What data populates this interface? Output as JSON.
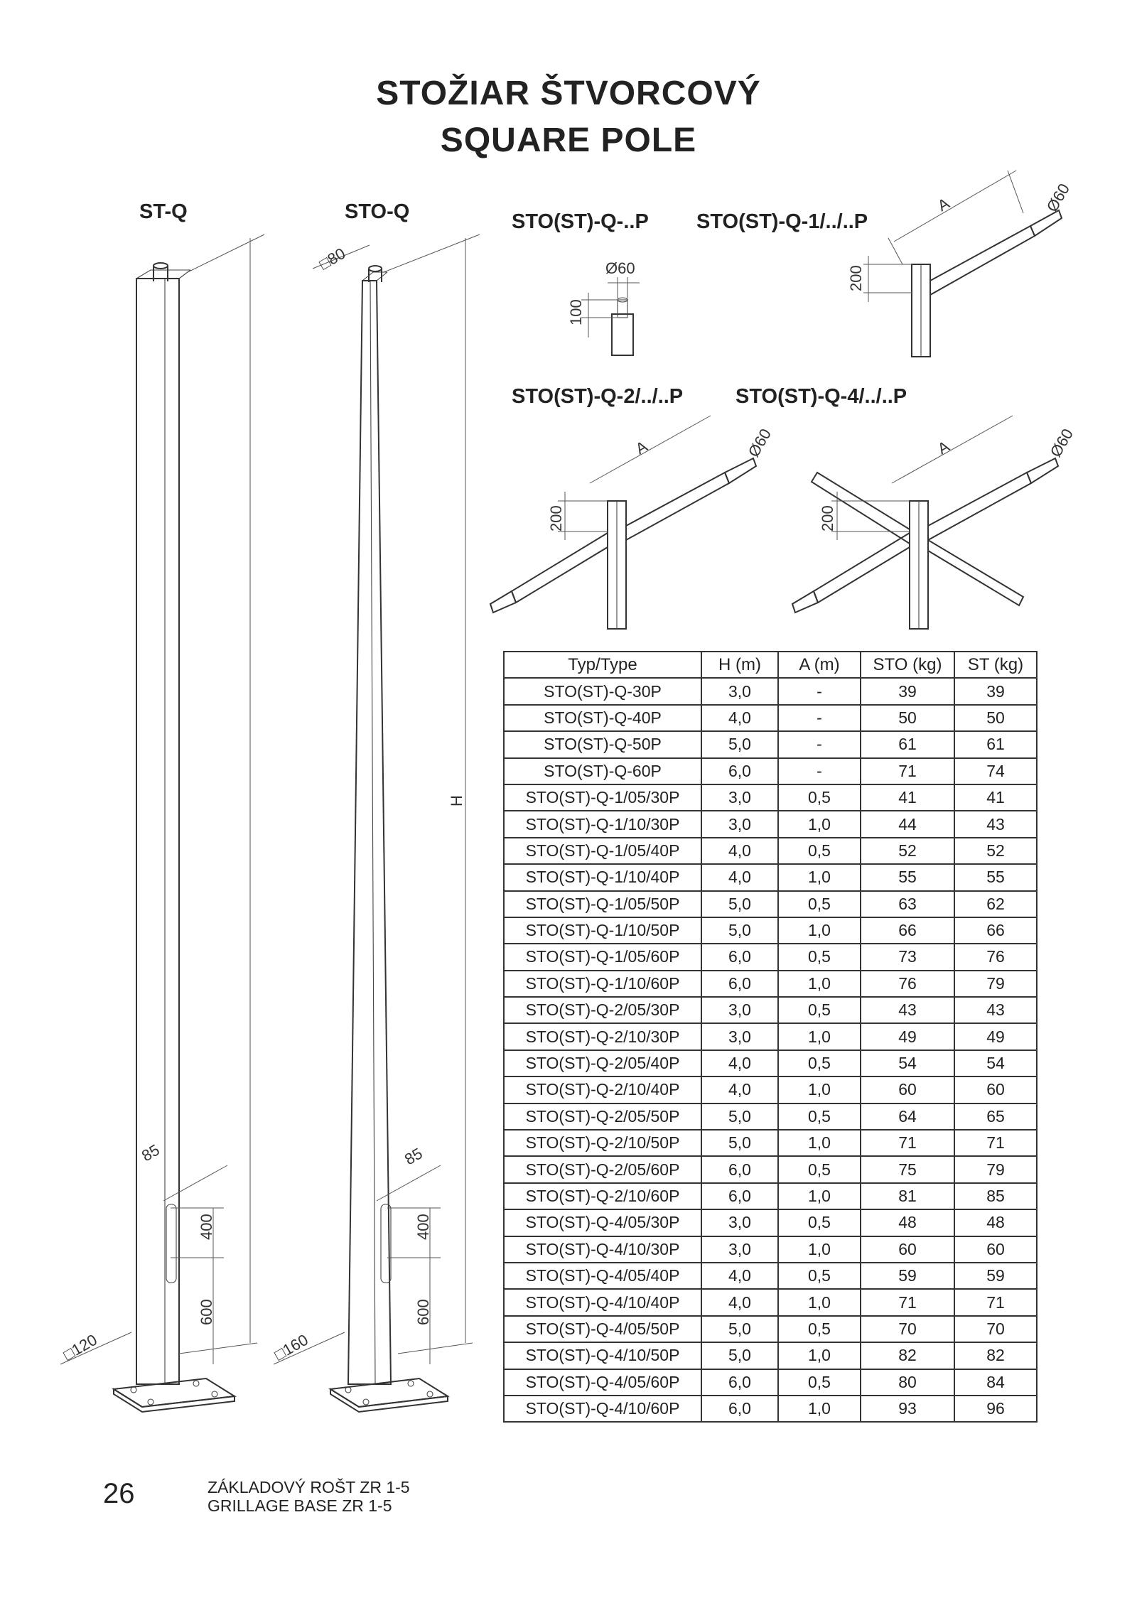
{
  "title": {
    "line1": "STOŽIAR ŠTVORCOVÝ",
    "line2": "SQUARE POLE"
  },
  "labels": {
    "st_q": "ST-Q",
    "sto_q": "STO-Q",
    "arm0": "STO(ST)-Q-..P",
    "arm1": "STO(ST)-Q-1/../..P",
    "arm2": "STO(ST)-Q-2/../..P",
    "arm4": "STO(ST)-Q-4/../..P"
  },
  "dims": {
    "d80": "□80",
    "d120": "□120",
    "d160": "□160",
    "d85": "85",
    "d400": "400",
    "d600": "600",
    "h": "H",
    "d60": "Ø60",
    "d100": "100",
    "d200": "200",
    "a": "A"
  },
  "table": {
    "headers": [
      "Typ/Type",
      "H (m)",
      "A (m)",
      "STO (kg)",
      "ST (kg)"
    ],
    "rows": [
      [
        "STO(ST)-Q-30P",
        "3,0",
        "-",
        "39",
        "39"
      ],
      [
        "STO(ST)-Q-40P",
        "4,0",
        "-",
        "50",
        "50"
      ],
      [
        "STO(ST)-Q-50P",
        "5,0",
        "-",
        "61",
        "61"
      ],
      [
        "STO(ST)-Q-60P",
        "6,0",
        "-",
        "71",
        "74"
      ],
      [
        "STO(ST)-Q-1/05/30P",
        "3,0",
        "0,5",
        "41",
        "41"
      ],
      [
        "STO(ST)-Q-1/10/30P",
        "3,0",
        "1,0",
        "44",
        "43"
      ],
      [
        "STO(ST)-Q-1/05/40P",
        "4,0",
        "0,5",
        "52",
        "52"
      ],
      [
        "STO(ST)-Q-1/10/40P",
        "4,0",
        "1,0",
        "55",
        "55"
      ],
      [
        "STO(ST)-Q-1/05/50P",
        "5,0",
        "0,5",
        "63",
        "62"
      ],
      [
        "STO(ST)-Q-1/10/50P",
        "5,0",
        "1,0",
        "66",
        "66"
      ],
      [
        "STO(ST)-Q-1/05/60P",
        "6,0",
        "0,5",
        "73",
        "76"
      ],
      [
        "STO(ST)-Q-1/10/60P",
        "6,0",
        "1,0",
        "76",
        "79"
      ],
      [
        "STO(ST)-Q-2/05/30P",
        "3,0",
        "0,5",
        "43",
        "43"
      ],
      [
        "STO(ST)-Q-2/10/30P",
        "3,0",
        "1,0",
        "49",
        "49"
      ],
      [
        "STO(ST)-Q-2/05/40P",
        "4,0",
        "0,5",
        "54",
        "54"
      ],
      [
        "STO(ST)-Q-2/10/40P",
        "4,0",
        "1,0",
        "60",
        "60"
      ],
      [
        "STO(ST)-Q-2/05/50P",
        "5,0",
        "0,5",
        "64",
        "65"
      ],
      [
        "STO(ST)-Q-2/10/50P",
        "5,0",
        "1,0",
        "71",
        "71"
      ],
      [
        "STO(ST)-Q-2/05/60P",
        "6,0",
        "0,5",
        "75",
        "79"
      ],
      [
        "STO(ST)-Q-2/10/60P",
        "6,0",
        "1,0",
        "81",
        "85"
      ],
      [
        "STO(ST)-Q-4/05/30P",
        "3,0",
        "0,5",
        "48",
        "48"
      ],
      [
        "STO(ST)-Q-4/10/30P",
        "3,0",
        "1,0",
        "60",
        "60"
      ],
      [
        "STO(ST)-Q-4/05/40P",
        "4,0",
        "0,5",
        "59",
        "59"
      ],
      [
        "STO(ST)-Q-4/10/40P",
        "4,0",
        "1,0",
        "71",
        "71"
      ],
      [
        "STO(ST)-Q-4/05/50P",
        "5,0",
        "0,5",
        "70",
        "70"
      ],
      [
        "STO(ST)-Q-4/10/50P",
        "5,0",
        "1,0",
        "82",
        "82"
      ],
      [
        "STO(ST)-Q-4/05/60P",
        "6,0",
        "0,5",
        "80",
        "84"
      ],
      [
        "STO(ST)-Q-4/10/60P",
        "6,0",
        "1,0",
        "93",
        "96"
      ]
    ]
  },
  "footer": {
    "page_number": "26",
    "line1": "ZÁKLADOVÝ ROŠT  ZR 1-5",
    "line2": "GRILLAGE BASE  ZR 1-5"
  }
}
